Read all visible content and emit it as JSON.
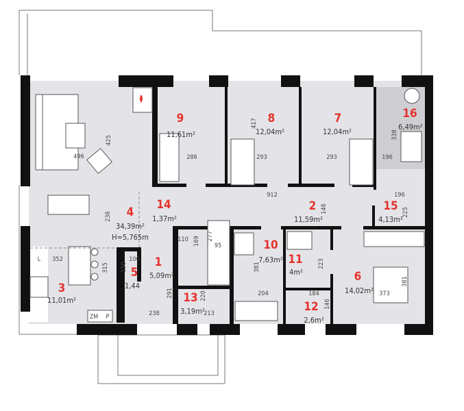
{
  "plan": {
    "rooms": [
      {
        "number": "1",
        "area": "5,09m²"
      },
      {
        "number": "2",
        "area": "11,59m²"
      },
      {
        "number": "3",
        "area": "11,01m²"
      },
      {
        "number": "4",
        "area": "34,39m²",
        "height": "H=5,765m"
      },
      {
        "number": "5",
        "area": "1,44"
      },
      {
        "number": "6",
        "area": "14,02m²"
      },
      {
        "number": "7",
        "area": "12,04m²"
      },
      {
        "number": "8",
        "area": "12,04m²"
      },
      {
        "number": "9",
        "area": "11,61m²"
      },
      {
        "number": "10",
        "area": "7,63m²"
      },
      {
        "number": "11",
        "area": "4m²"
      },
      {
        "number": "12",
        "area": "2,6m²"
      },
      {
        "number": "13",
        "area": "3,19m²"
      },
      {
        "number": "14",
        "area": "1,37m²"
      },
      {
        "number": "15",
        "area": "4,13m²"
      },
      {
        "number": "16",
        "area": "6,49m²"
      }
    ],
    "dimensions": {
      "living_w": "496",
      "living_h": "425",
      "living_h2": "236",
      "r9_w": "286",
      "r8_h": "417",
      "r8_w": "293",
      "r7_w": "293",
      "r16_h": "338",
      "r16_w": "196",
      "hall_w": "912",
      "r15_w": "196",
      "r2_h": "146",
      "r15_h": "225",
      "kitchen_w": "352",
      "kitchen_h": "315",
      "r5_w": "100",
      "r5_h": "150",
      "r1_h": "291",
      "r1_w": "238",
      "wc_w": "110",
      "wc_h": "169",
      "stair_h": "277",
      "stair_w": "95",
      "r13_h": "220",
      "r13_w": "213",
      "r10_h": "381",
      "r10_w": "204",
      "r11_h": "223",
      "r12_w": "184",
      "r12_h": "146",
      "r6_w": "373",
      "r6_h": "381"
    },
    "appliance_labels": {
      "fridge": "L",
      "zm": "ZM",
      "p": "P"
    },
    "colors": {
      "room_number": "#e5322d",
      "floor": "#e4e4e8",
      "wall": "#111111",
      "utility": "#cfcfd3"
    }
  }
}
